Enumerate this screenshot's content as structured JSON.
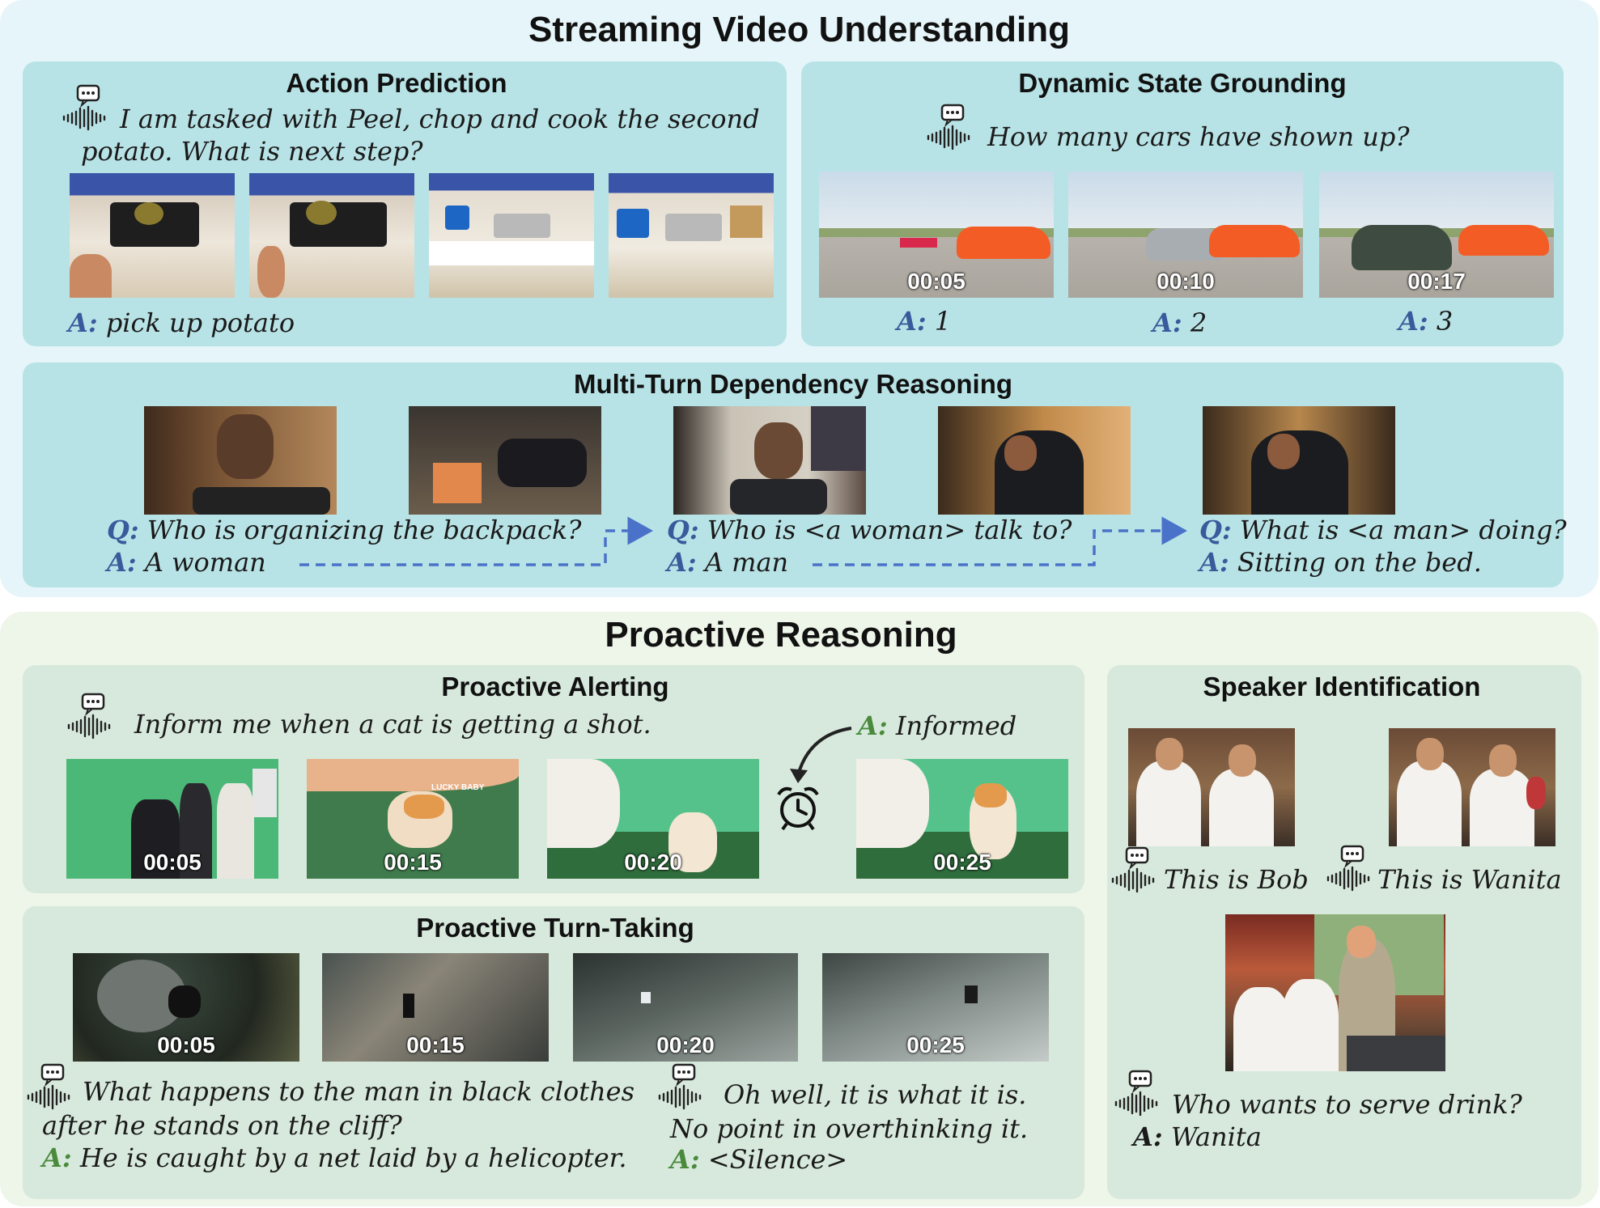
{
  "top_section": {
    "title": "Streaming Video Understanding",
    "action_prediction": {
      "title": "Action Prediction",
      "question_line1": "I am tasked with Peel, chop and cook the second",
      "question_line2": "potato. What is next step?",
      "answer_prefix": "A:",
      "answer": "pick up potato"
    },
    "dynamic_state": {
      "title": "Dynamic State Grounding",
      "question": "How many cars have shown up?",
      "frames": [
        {
          "time": "00:05",
          "answer": "1"
        },
        {
          "time": "00:10",
          "answer": "2"
        },
        {
          "time": "00:17",
          "answer": "3"
        }
      ],
      "answer_prefix": "A:"
    },
    "multi_turn": {
      "title": "Multi-Turn Dependency Reasoning",
      "turns": [
        {
          "q_prefix": "Q:",
          "q": "Who is organizing the backpack?",
          "a_prefix": "A:",
          "a": "A woman"
        },
        {
          "q_prefix": "Q:",
          "q": "Who is <a woman> talk to?",
          "a_prefix": "A:",
          "a": "A man"
        },
        {
          "q_prefix": "Q:",
          "q": "What is <a man> doing?",
          "a_prefix": "A:",
          "a": "Sitting on the bed."
        }
      ]
    }
  },
  "bottom_section": {
    "title": "Proactive Reasoning",
    "alerting": {
      "title": "Proactive Alerting",
      "question": "Inform me when a cat is getting a shot.",
      "answer_prefix": "A:",
      "answer": "Informed",
      "frames": [
        "00:05",
        "00:15",
        "00:20",
        "00:25"
      ],
      "caption_text": "LUCKY BABY"
    },
    "turn_taking": {
      "title": "Proactive Turn-Taking",
      "frames": [
        "00:05",
        "00:15",
        "00:20",
        "00:25"
      ],
      "q1_line1": "What happens to the man in black clothes",
      "q1_line2": "after he stands on the cliff?",
      "a1_prefix": "A:",
      "a1": "He is caught by a net laid by a helicopter.",
      "q2_line1": "Oh well, it is what it is.",
      "q2_line2": "No point in overthinking it.",
      "a2_prefix": "A:",
      "a2": "<Silence>"
    },
    "speaker": {
      "title": "Speaker Identification",
      "label1": "This is Bob",
      "label2": "This is Wanita",
      "question": "Who wants to serve drink?",
      "answer_prefix": "A:",
      "answer": "Wanita"
    }
  },
  "colors": {
    "answer_blue": "#3a5a9c",
    "answer_green": "#4a8a3c",
    "arrow": "#4a72c8"
  }
}
